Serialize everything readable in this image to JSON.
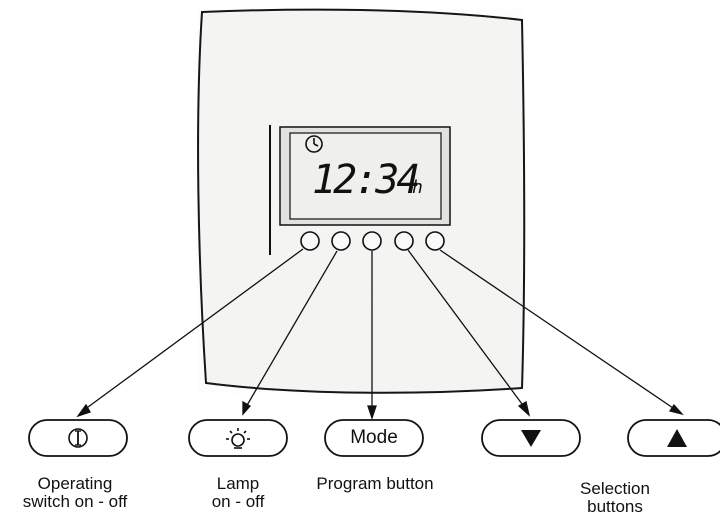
{
  "display": {
    "time": "12:34",
    "unit": "h",
    "indicator_icon": "clock-icon"
  },
  "buttons": [
    {
      "id": "operating-switch",
      "label": "",
      "icon": "power-switch-icon"
    },
    {
      "id": "lamp",
      "label": "",
      "icon": "lamp-icon"
    },
    {
      "id": "mode",
      "label": "Mode",
      "icon": ""
    },
    {
      "id": "selection-down",
      "label": "",
      "icon": "triangle-down-icon"
    },
    {
      "id": "selection-up",
      "label": "",
      "icon": "triangle-up-icon"
    }
  ],
  "captions": {
    "operating": {
      "line1": "Operating",
      "line2": "switch on - off"
    },
    "lamp": {
      "line1": "Lamp",
      "line2": "on - off"
    },
    "program": {
      "line1": "Program button"
    },
    "selection": {
      "line1": "Selection",
      "line2": "buttons"
    }
  },
  "colors": {
    "ink": "#111111",
    "panel": "#f6f6f4",
    "lcd": "#efefec"
  }
}
